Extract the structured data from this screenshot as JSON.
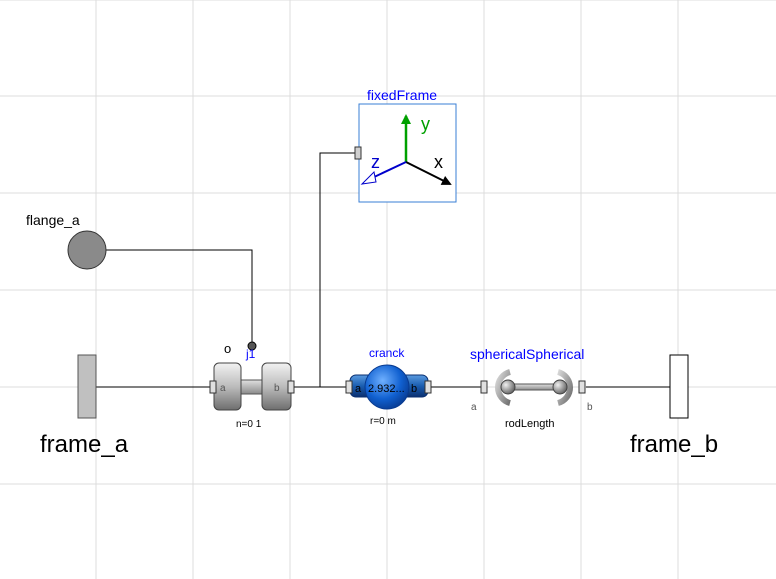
{
  "diagram": {
    "frame_a": {
      "label": "frame_a"
    },
    "frame_b": {
      "label": "frame_b"
    },
    "flange_a": {
      "label": "flange_a"
    },
    "fixedFrame": {
      "name": "fixedFrame",
      "axis_x": "x",
      "axis_y": "y",
      "axis_z": "z"
    },
    "revolute": {
      "name": "j1",
      "param": "n=0 1",
      "port_a": "a",
      "port_b": "b"
    },
    "cranck": {
      "name": "cranck",
      "value": "2.932...",
      "port_a": "a",
      "port_b": "b",
      "param": "r=0 m"
    },
    "sphericalSpherical": {
      "name": "sphericalSpherical",
      "port_a": "a",
      "port_b": "b",
      "param": "rodLength"
    }
  },
  "colors": {
    "grid": "#dcdcdc",
    "wire": "#000000",
    "component_name": "#0000ff",
    "axis_y": "#00a000",
    "axis_z": "#0000cc",
    "cranck_fill": "#1060c0"
  }
}
